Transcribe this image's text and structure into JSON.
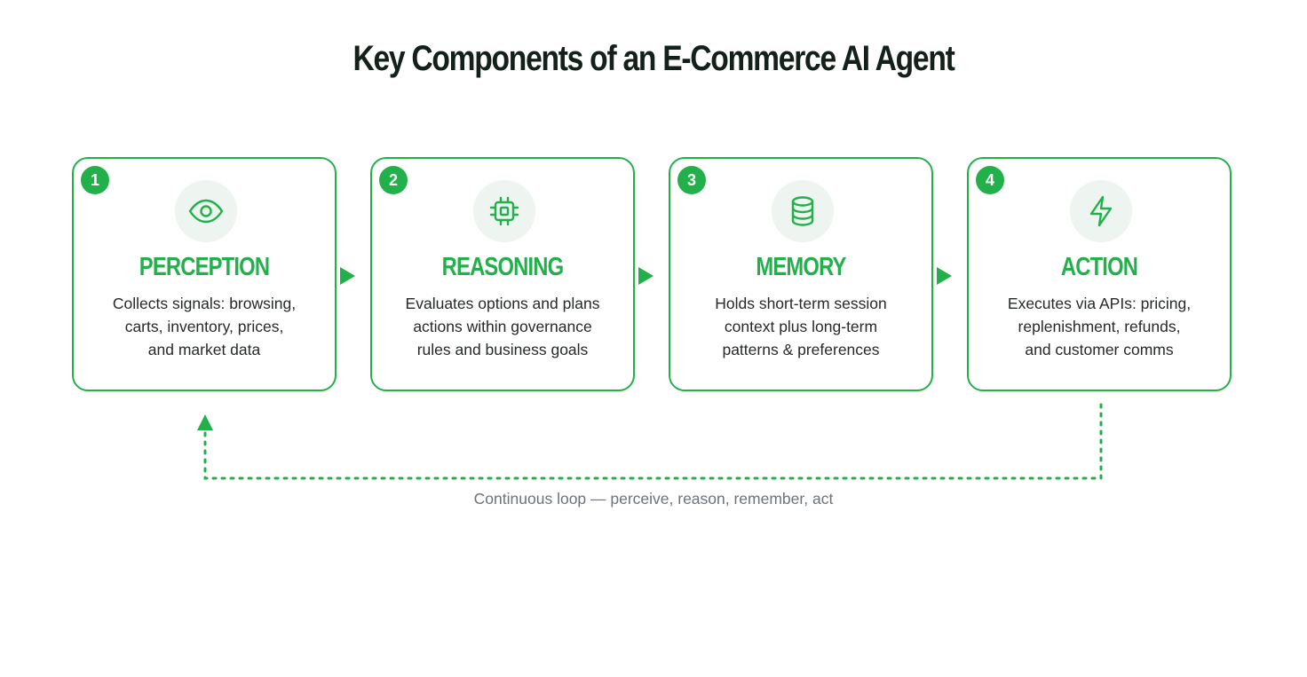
{
  "title": "Key Components of an E-Commerce AI Agent",
  "accent_color": "#22b04b",
  "steps": [
    {
      "number": "1",
      "icon": "eye-icon",
      "title": "PERCEPTION",
      "description_lines": [
        "Collects signals: browsing,",
        "carts, inventory, prices,",
        "and market data"
      ]
    },
    {
      "number": "2",
      "icon": "cpu-chip-icon",
      "title": "REASONING",
      "description_lines": [
        "Evaluates options and plans",
        "actions within governance",
        "rules and business goals"
      ]
    },
    {
      "number": "3",
      "icon": "database-icon",
      "title": "MEMORY",
      "description_lines": [
        "Holds short-term session",
        "context plus long-term",
        "patterns & preferences"
      ]
    },
    {
      "number": "4",
      "icon": "lightning-bolt-icon",
      "title": "ACTION",
      "description_lines": [
        "Executes via APIs: pricing,",
        "replenishment, refunds,",
        "and customer comms"
      ]
    }
  ],
  "loop_caption": "Continuous loop — perceive, reason, remember, act"
}
